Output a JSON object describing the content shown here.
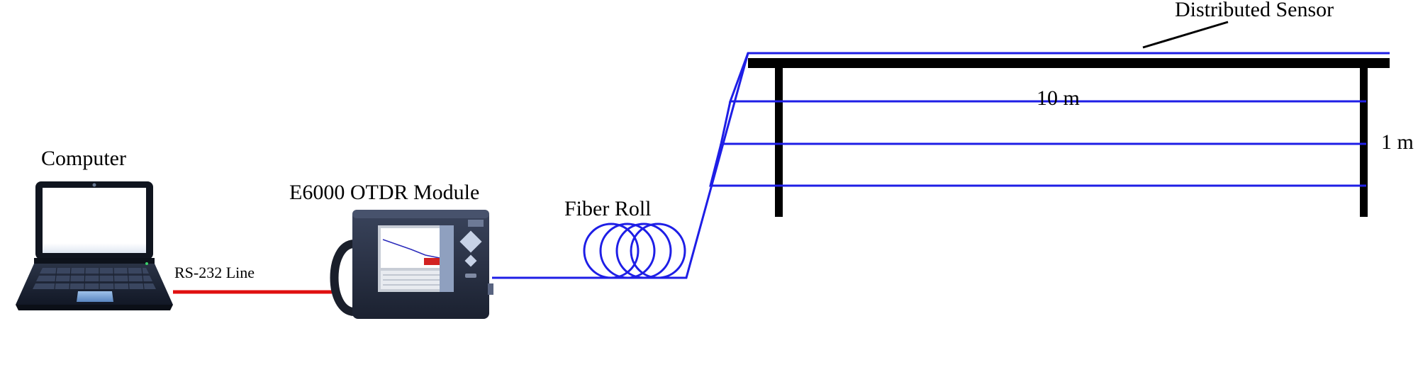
{
  "labels": {
    "computer": "Computer",
    "rs232": "RS-232 Line",
    "otdr": "E6000 OTDR Module",
    "fiber_roll": "Fiber Roll",
    "distributed_sensor": "Distributed Sensor",
    "length": "10 m",
    "height": "1 m"
  },
  "colors": {
    "fiber": "#1e1ee6",
    "rs232_line": "#e01010",
    "frame": "#000000",
    "device_body": "#262d40",
    "laptop_body": "#1d2433"
  },
  "icons": {
    "computer": "laptop-icon",
    "otdr": "otdr-device-icon",
    "fiber_roll": "fiber-coil-icon"
  },
  "sensor": {
    "fiber_strands": 4
  }
}
